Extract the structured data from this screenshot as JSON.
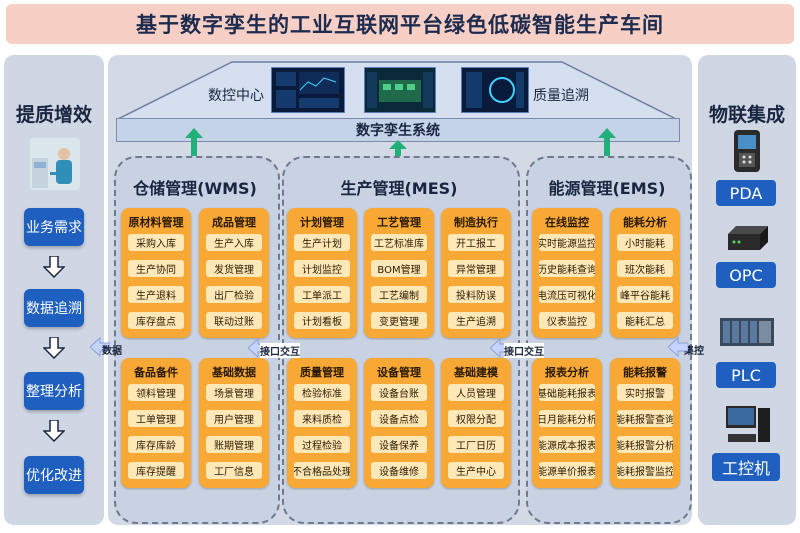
{
  "title": "基于数字孪生的工业互联网平台绿色低碳智能生产车间",
  "left_panel": {
    "title": "提质增效",
    "steps": [
      "业务需求",
      "数据追溯",
      "整理分析",
      "优化改进"
    ]
  },
  "right_panel": {
    "title": "物联集成",
    "devices": [
      "PDA",
      "OPC",
      "PLC",
      "工控机"
    ]
  },
  "top": {
    "left_label": "数控中心",
    "right_label": "质量追溯",
    "system_label": "数字孪生系统"
  },
  "connectors": {
    "data": "数据",
    "interface_left": "接口交互",
    "interface_right": "接口交互",
    "integration": "集控"
  },
  "zones": {
    "wms": {
      "title": "仓储管理(WMS)",
      "cards": [
        {
          "title": "原材料管理",
          "items": [
            "采购入库",
            "生产协同",
            "生产退料",
            "库存盘点"
          ]
        },
        {
          "title": "成品管理",
          "items": [
            "生产入库",
            "发货管理",
            "出厂检验",
            "联动过账"
          ]
        },
        {
          "title": "备品备件",
          "items": [
            "领料管理",
            "工单管理",
            "库存库龄",
            "库存提醒"
          ]
        },
        {
          "title": "基础数据",
          "items": [
            "场景管理",
            "用户管理",
            "账期管理",
            "工厂信息"
          ]
        }
      ]
    },
    "mes": {
      "title": "生产管理(MES)",
      "cards": [
        {
          "title": "计划管理",
          "items": [
            "生产计划",
            "计划监控",
            "工单派工",
            "计划看板"
          ]
        },
        {
          "title": "工艺管理",
          "items": [
            "工艺标准库",
            "BOM管理",
            "工艺编制",
            "变更管理"
          ]
        },
        {
          "title": "制造执行",
          "items": [
            "开工报工",
            "异常管理",
            "投料防误",
            "生产追溯"
          ]
        },
        {
          "title": "质量管理",
          "items": [
            "检验标准",
            "来料质检",
            "过程检验",
            "不合格品处理"
          ]
        },
        {
          "title": "设备管理",
          "items": [
            "设备台账",
            "设备点检",
            "设备保养",
            "设备维修"
          ]
        },
        {
          "title": "基础建模",
          "items": [
            "人员管理",
            "权限分配",
            "工厂日历",
            "生产中心"
          ]
        }
      ]
    },
    "ems": {
      "title": "能源管理(EMS)",
      "cards": [
        {
          "title": "在线监控",
          "items": [
            "实时能源监控",
            "历史能耗查询",
            "电流压可视化",
            "仪表监控"
          ]
        },
        {
          "title": "能耗分析",
          "items": [
            "小时能耗",
            "班次能耗",
            "峰平谷能耗",
            "能耗汇总"
          ]
        },
        {
          "title": "报表分析",
          "items": [
            "基础能耗报表",
            "日月能耗分析",
            "能源成本报表",
            "能源单价报表"
          ]
        },
        {
          "title": "能耗报警",
          "items": [
            "实时报警",
            "能耗报警查询",
            "能耗报警分析",
            "能耗报警监控"
          ]
        }
      ]
    }
  },
  "colors": {
    "title_bg": "#f7cfc4",
    "panel_bg": "#cfd6e4",
    "accent_blue": "#1f5fc0",
    "card_orange": "#f7a835",
    "pill_bg": "#ffe8b8",
    "arrow_green": "#22b07a"
  }
}
